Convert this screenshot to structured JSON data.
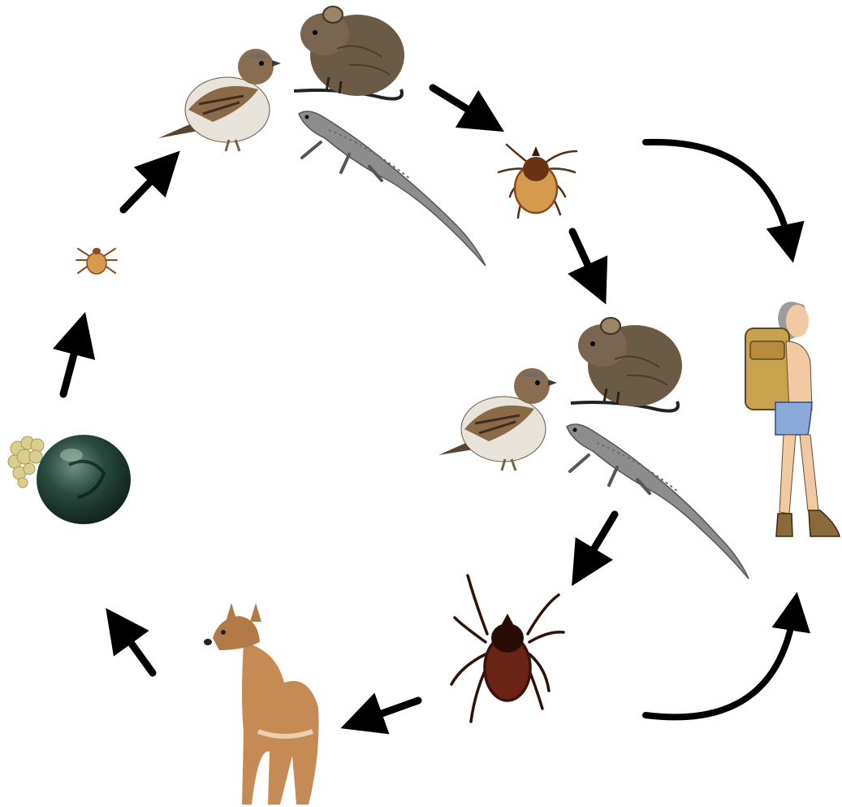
{
  "diagram": {
    "kind": "life-cycle",
    "text_labels": [],
    "stages": [
      {
        "id": "egg-mass",
        "icon": "tick-egg-mass-icon"
      },
      {
        "id": "larva",
        "icon": "larval-tick-icon"
      },
      {
        "id": "larval-hosts",
        "icons": [
          "sparrow-icon",
          "mouse-icon",
          "lizard-icon"
        ]
      },
      {
        "id": "nymph",
        "icon": "nymph-tick-icon"
      },
      {
        "id": "nymphal-hosts",
        "icons": [
          "sparrow-icon",
          "mouse-icon",
          "lizard-icon"
        ]
      },
      {
        "id": "adult",
        "icon": "adult-tick-icon"
      },
      {
        "id": "adult-host",
        "icon": "deer-icon"
      },
      {
        "id": "human",
        "icon": "hiker-icon"
      }
    ],
    "colors": {
      "arrow": "#000000",
      "tick_brown": "#8a4a1c",
      "tick_body": "#d49a4e",
      "egg": "#1f3d33",
      "egg_mass": "#d9cf8f",
      "deer": "#c68a55",
      "rodent": "#6b5a44",
      "lizard": "#8d8d8d",
      "sparrow_back": "#8b6a48",
      "sparrow_belly": "#e8e4dc",
      "hiker_skin": "#f1c9a2",
      "hiker_shorts": "#8aa8d8",
      "hiker_pack": "#c9a24e"
    }
  }
}
